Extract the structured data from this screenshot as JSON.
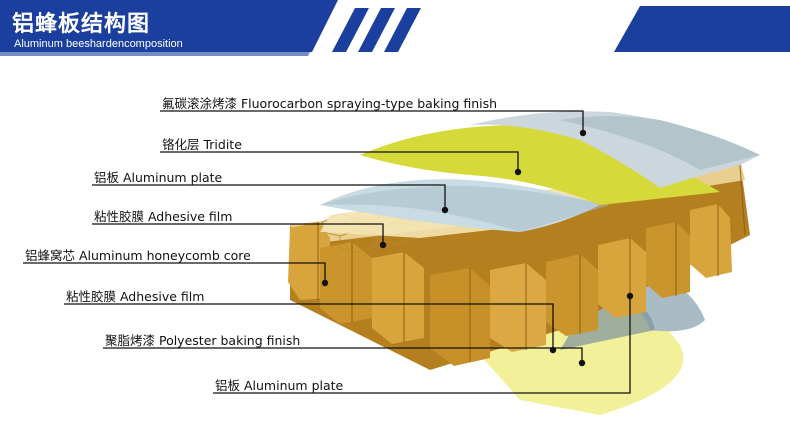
{
  "header": {
    "title": "铝蜂板结构图",
    "subtitle": "Aluminum beeshardencomposition"
  },
  "labels": [
    {
      "name": "fluorocarbon-coating-label",
      "text": "氟碳滚涂烤漆  Fluorocarbon spraying-type baking finish"
    },
    {
      "name": "tridite-label",
      "text": "铬化层 Tridite"
    },
    {
      "name": "aluminum-plate-top-label",
      "text": "铝板 Aluminum plate"
    },
    {
      "name": "adhesive-film-top-label",
      "text": "粘性胶膜 Adhesive film"
    },
    {
      "name": "honeycomb-core-label",
      "text": "铝蜂窝芯 Aluminum honeycomb core"
    },
    {
      "name": "adhesive-film-bottom-label",
      "text": "粘性胶膜  Adhesive film"
    },
    {
      "name": "polyester-finish-label",
      "text": "聚脂烤漆 Polyester baking finish"
    },
    {
      "name": "aluminum-plate-bottom-label",
      "text": "铝板 Aluminum plate"
    }
  ],
  "colors": {
    "banner_blue": "#1a3f9e",
    "coating_grey": "#b9cbd3",
    "tridite_yellow": "#d9dc3a",
    "honeycomb_gold": "#c9952c",
    "honeycomb_top": "#e9cf8f"
  }
}
